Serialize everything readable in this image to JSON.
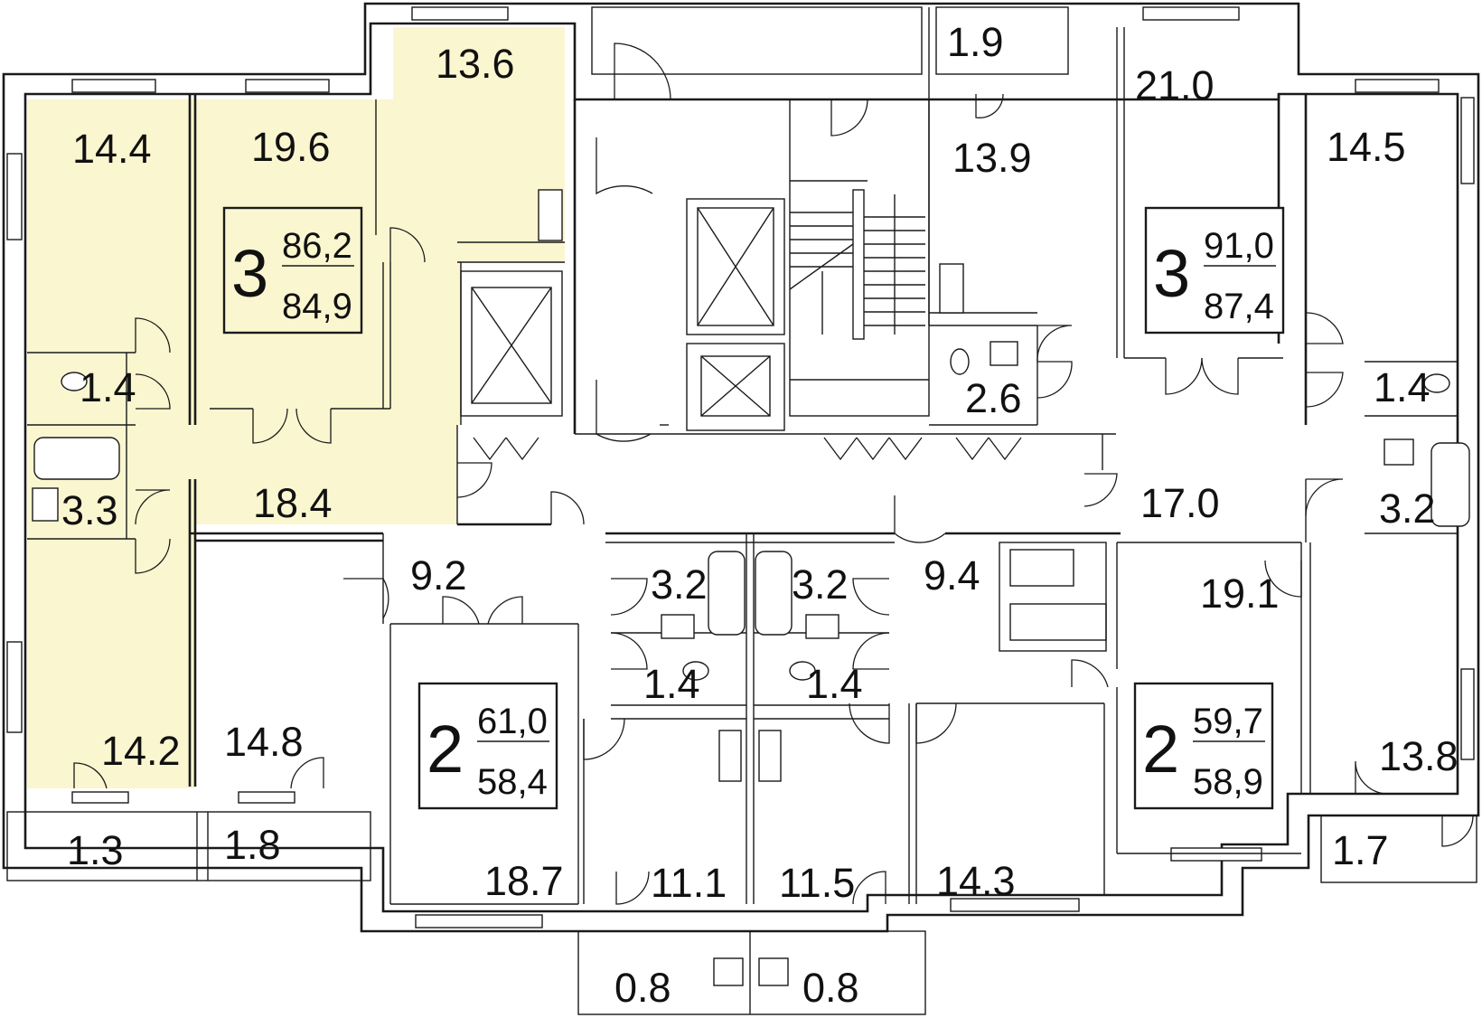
{
  "colors": {
    "highlight": "#faf6cf",
    "wall": "#1a1a1a",
    "background": "#ffffff"
  },
  "room_areas": {
    "r_13_6": "13.6",
    "r_1_9": "1.9",
    "r_21_0": "21.0",
    "r_14_4": "14.4",
    "r_19_6": "19.6",
    "r_13_9": "13.9",
    "r_14_5": "14.5",
    "r_1_4_a": "1.4",
    "r_2_6": "2.6",
    "r_1_4_b": "1.4",
    "r_3_3": "3.3",
    "r_18_4": "18.4",
    "r_17_0": "17.0",
    "r_3_2_right": "3.2",
    "r_9_2": "9.2",
    "r_3_2_c1": "3.2",
    "r_3_2_c2": "3.2",
    "r_9_4": "9.4",
    "r_19_1": "19.1",
    "r_1_4_c1": "1.4",
    "r_1_4_c2": "1.4",
    "r_14_2": "14.2",
    "r_14_8": "14.8",
    "r_13_8": "13.8",
    "r_1_3": "1.3",
    "r_1_8": "1.8",
    "r_1_7": "1.7",
    "r_18_7": "18.7",
    "r_11_1": "11.1",
    "r_11_5": "11.5",
    "r_14_3": "14.3",
    "r_0_8_a": "0.8",
    "r_0_8_b": "0.8"
  },
  "apartments": [
    {
      "rooms": "3",
      "total_area": "86,2",
      "living_area": "84,9",
      "highlighted": true
    },
    {
      "rooms": "3",
      "total_area": "91,0",
      "living_area": "87,4",
      "highlighted": false
    },
    {
      "rooms": "2",
      "total_area": "61,0",
      "living_area": "58,4",
      "highlighted": false
    },
    {
      "rooms": "2",
      "total_area": "59,7",
      "living_area": "58,9",
      "highlighted": false
    }
  ]
}
